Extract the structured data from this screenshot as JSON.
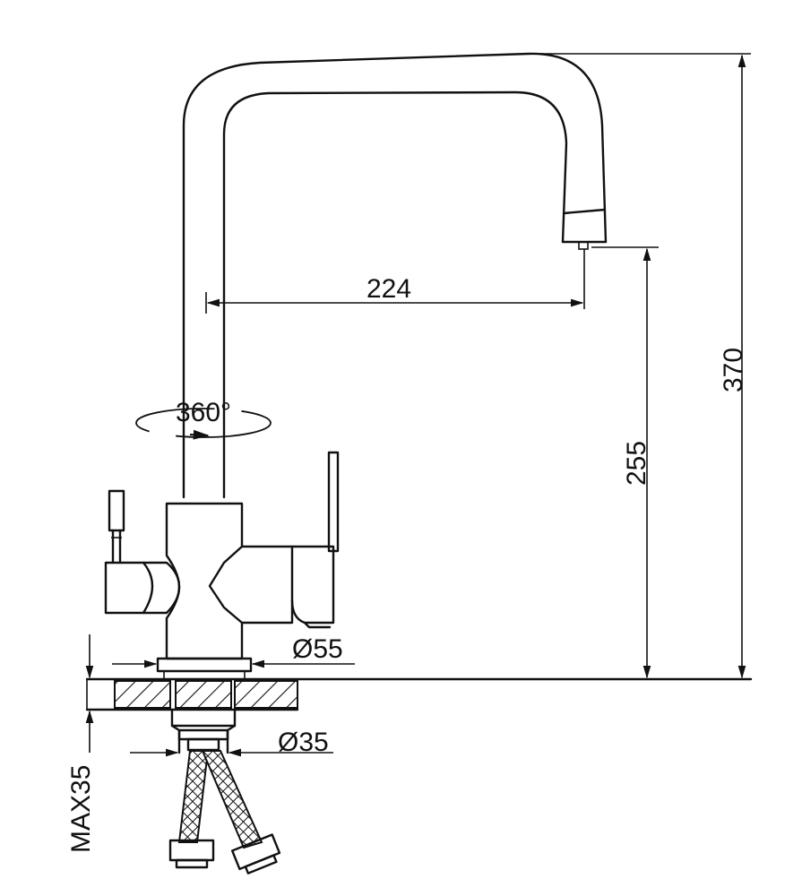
{
  "dimensions": {
    "spout_reach": "224",
    "total_height": "370",
    "spout_height": "255",
    "base_diameter": "Ø55",
    "shank_diameter": "Ø35",
    "max_counter_thickness": "MAX35",
    "swivel": "360°"
  },
  "colors": {
    "stroke": "#111111",
    "background": "#ffffff"
  }
}
